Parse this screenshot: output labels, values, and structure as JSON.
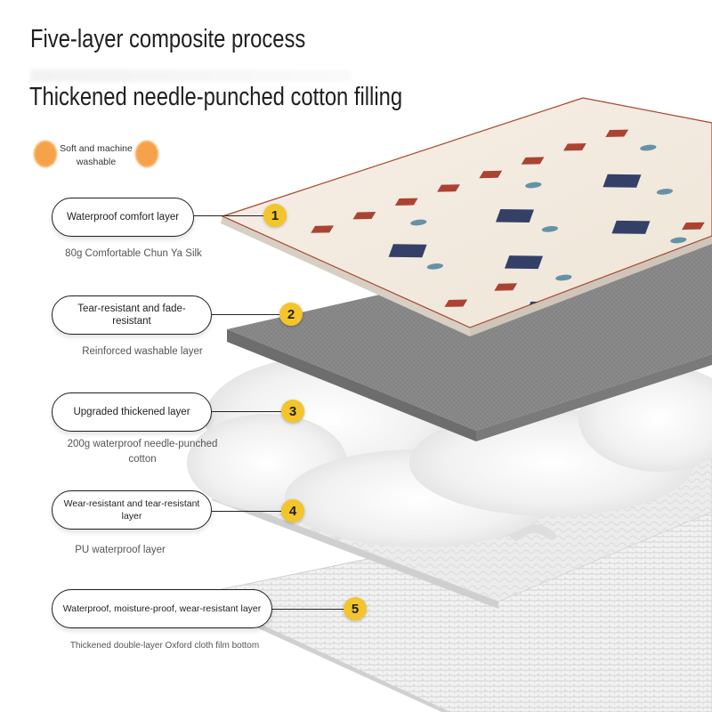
{
  "title": "Five-layer composite process",
  "subtitle": "Thickened needle-punched cotton filling",
  "badge": {
    "text": "Soft and machine washable",
    "color": "#f6a24a"
  },
  "accent_color": "#f3c52a",
  "layers": [
    {
      "number": "1",
      "label": "Waterproof comfort layer",
      "caption": "80g Comfortable Chun Ya Silk"
    },
    {
      "number": "2",
      "label": "Tear-resistant and fade-resistant",
      "caption": "Reinforced washable layer"
    },
    {
      "number": "3",
      "label": "Upgraded thickened layer",
      "caption": "200g waterproof needle-punched cotton"
    },
    {
      "number": "4",
      "label": "Wear-resistant and tear-resistant layer",
      "caption": "PU waterproof layer"
    },
    {
      "number": "5",
      "label": "Waterproof, moisture-proof, wear-resistant layer",
      "caption": "Thickened double-layer Oxford cloth film bottom"
    }
  ]
}
